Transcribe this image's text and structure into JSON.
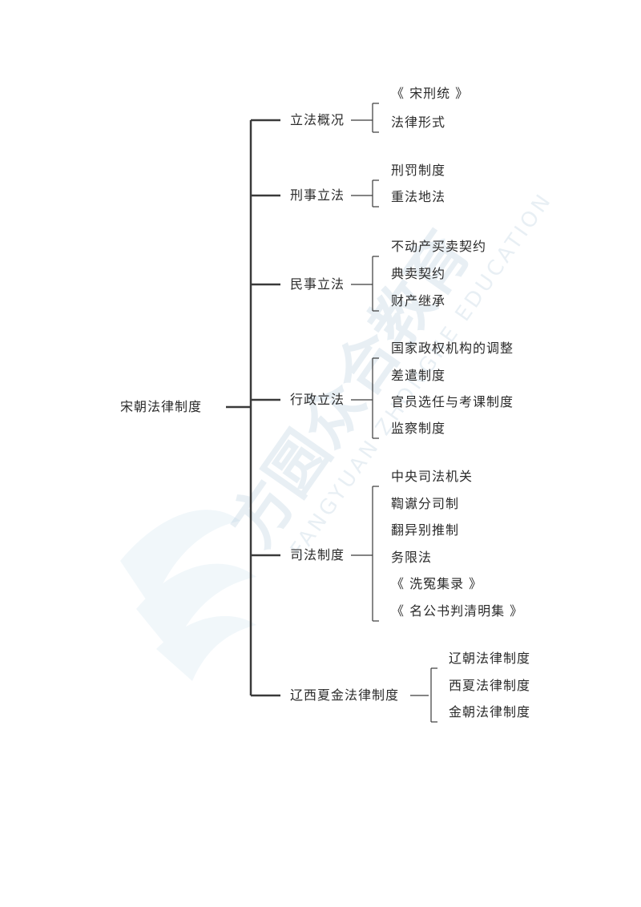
{
  "root": "宋朝法律制度",
  "branches": [
    {
      "label": "立法概况",
      "children": [
        "《 宋刑统 》",
        "法律形式"
      ]
    },
    {
      "label": "刑事立法",
      "children": [
        "刑罚制度",
        "重法地法"
      ]
    },
    {
      "label": "民事立法",
      "children": [
        "不动产买卖契约",
        "典卖契约",
        "财产继承"
      ]
    },
    {
      "label": "行政立法",
      "children": [
        "国家政权机构的调整",
        "差遣制度",
        "官员选任与考课制度",
        "监察制度"
      ]
    },
    {
      "label": "司法制度",
      "children": [
        "中央司法机关",
        "鞫谳分司制",
        "翻异别推制",
        "务限法",
        "《 洗冤集录 》",
        "《 名公书判清明集 》"
      ]
    },
    {
      "label": "辽西夏金法律制度",
      "children": [
        "辽朝法律制度",
        "西夏法律制度",
        "金朝法律制度"
      ]
    }
  ],
  "watermark": {
    "text_cn": "方圆众合教育",
    "text_en": "FANGYUAN ZHONGHE EDUCATION"
  }
}
